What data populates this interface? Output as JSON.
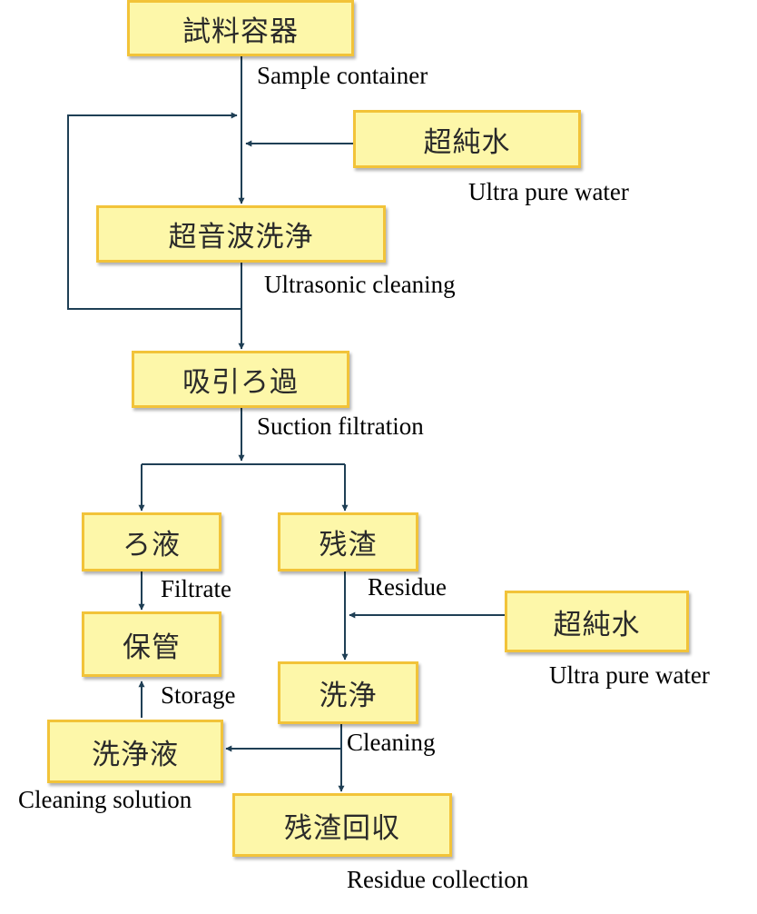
{
  "colors": {
    "box_fill": "#fdf7a9",
    "box_border": "#f2c339",
    "line": "#1f3f55"
  },
  "steps": {
    "sample_container": {
      "jp": "試料容器",
      "en": "Sample container"
    },
    "ultra_pure_water_1": {
      "jp": "超純水",
      "en": "Ultra pure water"
    },
    "ultrasonic_cleaning": {
      "jp": "超音波洗浄",
      "en": "Ultrasonic cleaning"
    },
    "suction_filtration": {
      "jp": "吸引ろ過",
      "en": "Suction filtration"
    },
    "filtrate": {
      "jp": "ろ液",
      "en": "Filtrate"
    },
    "residue": {
      "jp": "残渣",
      "en": "Residue"
    },
    "ultra_pure_water_2": {
      "jp": "超純水",
      "en": "Ultra pure water"
    },
    "storage": {
      "jp": "保管",
      "en": "Storage"
    },
    "cleaning": {
      "jp": "洗浄",
      "en": "Cleaning"
    },
    "cleaning_solution": {
      "jp": "洗浄液",
      "en": "Cleaning solution"
    },
    "residue_collection": {
      "jp": "残渣回収",
      "en": "Residue collection"
    }
  }
}
